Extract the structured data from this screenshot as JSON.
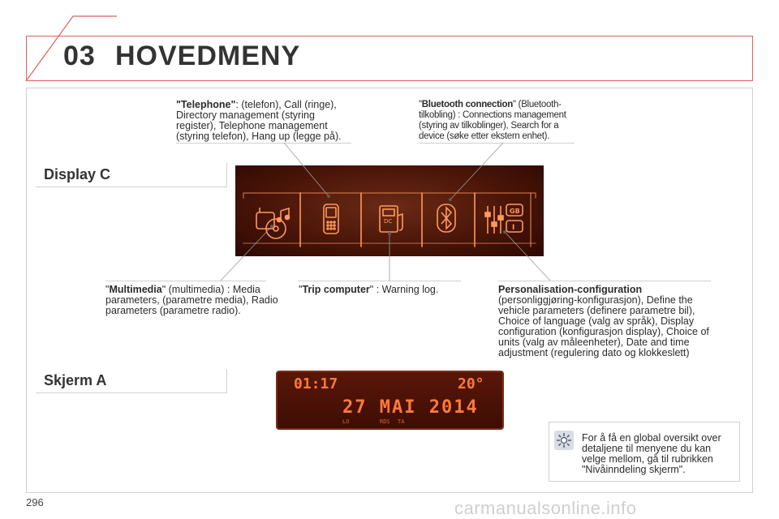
{
  "header": {
    "chapter_number": "03",
    "chapter_title": "HOVEDMENY"
  },
  "sections": {
    "display_c": "Display C",
    "screen_a": "Skjerm A"
  },
  "telephone": {
    "term": "\"Telephone\"",
    "text": ": (telefon), Call (ringe), Directory management (styring register), Telephone management (styring telefon), Hang up (legge på)."
  },
  "bluetooth": {
    "prefix": "\"",
    "term": "Bluetooth connection",
    "text": "\" (Bluetooth-tilkobling) : Connections management (styring av tilkoblinger), Search for a device (søke etter ekstern enhet)."
  },
  "multimedia": {
    "prefix": "\"",
    "term": "Multimedia",
    "text": "\" (multimedia) : Media parameters, (parametre media), Radio parameters (parametre radio)."
  },
  "trip": {
    "prefix": "\"",
    "term": "Trip computer",
    "text": "\" : Warning log."
  },
  "personalisation": {
    "term": "Personalisation-configuration",
    "text": "(personliggjøring-konfigurasjon), Define the vehicle parameters (definere parametre bil), Choice of language (valg av språk), Display configuration (konfigurasjon display), Choice of units (valg av måleenheter), Date and time adjustment (regulering dato og klokkeslett)"
  },
  "display_c_icons": [
    "multimedia-icon",
    "telephone-icon",
    "trip-computer-icon",
    "bluetooth-icon",
    "settings-icon"
  ],
  "display_c_labels": {
    "dc": "DC",
    "gb": "GB",
    "i": "I"
  },
  "screen_a": {
    "time": "01:17",
    "temperature": "20°",
    "date": "27 MAI 2014",
    "indicators": [
      "LO",
      "RDS",
      "TA"
    ]
  },
  "tip": {
    "icon": "info-sun-icon",
    "text": "For å få en global oversikt over detaljene til menyene du kan velge mellom, gå til rubrikken \"Nivåinndeling skjerm\"."
  },
  "page_number": "296",
  "watermark": "carmanualsonline.info",
  "colors": {
    "accent_red": "#e06060",
    "display_bg": "#4a1508",
    "display_fg": "#ff9a5a"
  }
}
